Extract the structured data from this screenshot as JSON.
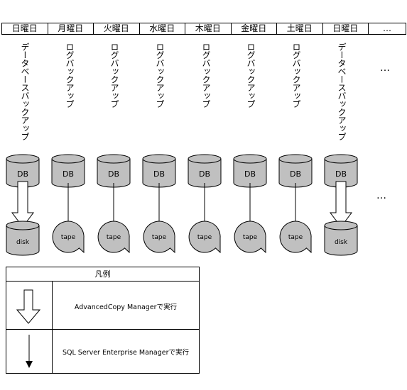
{
  "days": [
    "日曜日",
    "月曜日",
    "火曜日",
    "水曜日",
    "木曜日",
    "金曜日",
    "土曜日",
    "日曜日",
    "…"
  ],
  "backup_types": [
    "データベースバックアップ",
    "ログバックアップ",
    "ログバックアップ",
    "ログバックアップ",
    "ログバックアップ",
    "ログバックアップ",
    "ログバックアップ",
    "データベースバックアップ"
  ],
  "ellipsis": "…",
  "db_label": "DB",
  "disk_label": "disk",
  "tape_label": "tape",
  "legend": {
    "title": "凡例",
    "advanced_copy": "AdvancedCopy Managerで実行",
    "sql_server": "SQL Server Enterprise Managerで実行"
  },
  "colors": {
    "db_fill": "#c0c0c0",
    "stroke": "#000000"
  }
}
